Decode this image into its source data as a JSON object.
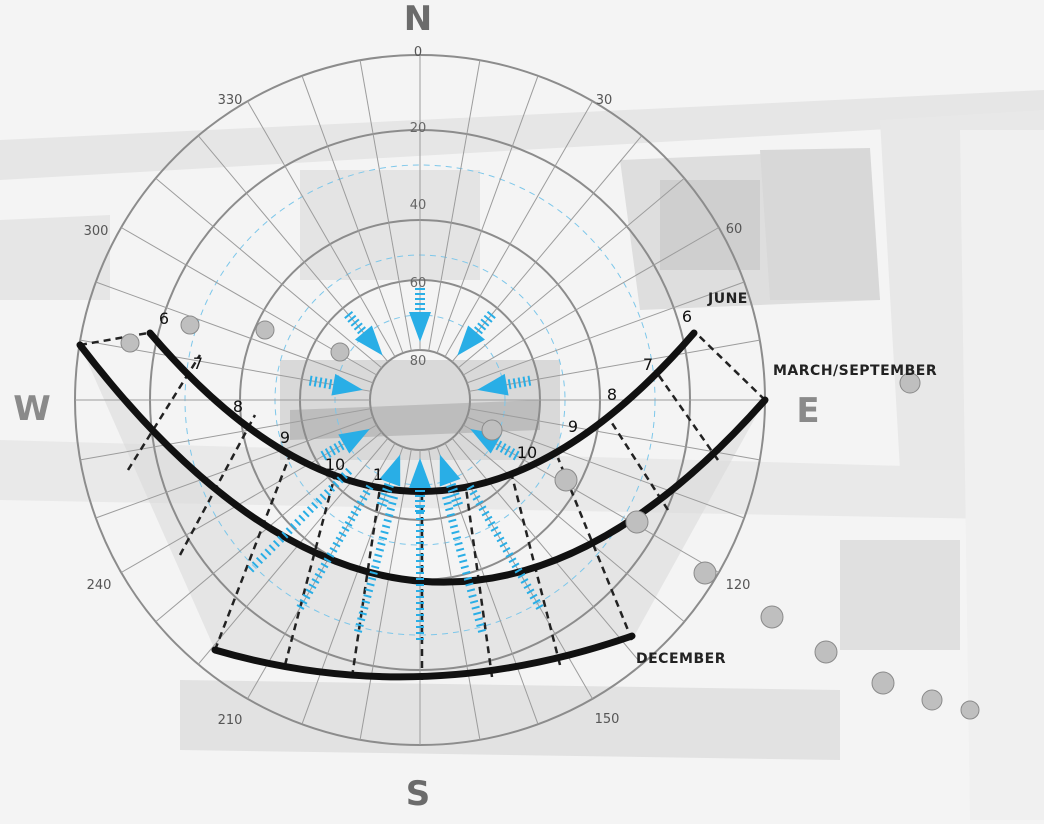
{
  "cardinals": {
    "north": "N",
    "south": "S",
    "east": "E",
    "west": "W"
  },
  "azimuth_labels": [
    "0",
    "30",
    "60",
    "120",
    "150",
    "210",
    "240",
    "300",
    "330"
  ],
  "altitude_labels": [
    "20",
    "40",
    "60",
    "80"
  ],
  "season_labels": {
    "june": "JUNE",
    "equinox": "MARCH/SEPTEMBER",
    "december": "DECEMBER"
  },
  "hour_labels": {
    "june": [
      "6",
      "7",
      "8",
      "9",
      "10",
      "1",
      "10",
      "9",
      "8",
      "7",
      "6"
    ]
  },
  "colors": {
    "sun_path": "#111111",
    "hour_line": "#222222",
    "grid": "#8c8c8c",
    "wind_arrow": "#29aee6",
    "shade": "#dcdcdc",
    "building": "#ececec"
  }
}
